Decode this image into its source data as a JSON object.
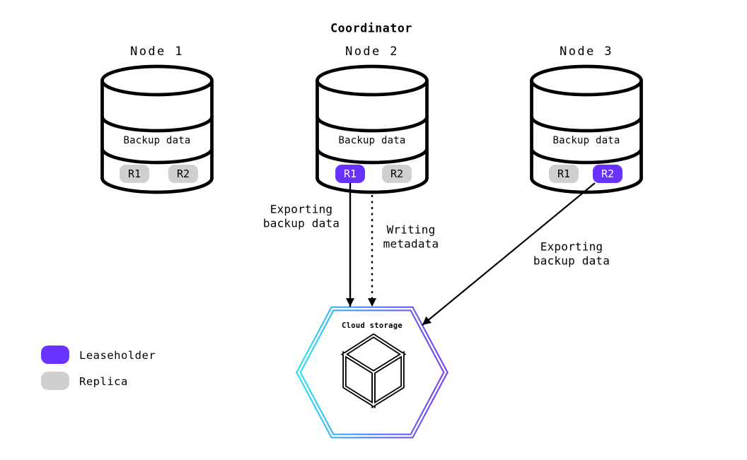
{
  "title": {
    "label": "Coordinator"
  },
  "nodes": [
    {
      "label": "Node 1",
      "data_label": "Backup data",
      "replicas": [
        {
          "label": "R1",
          "role": "replica"
        },
        {
          "label": "R2",
          "role": "replica"
        }
      ]
    },
    {
      "label": "Node 2",
      "data_label": "Backup data",
      "replicas": [
        {
          "label": "R1",
          "role": "leaseholder"
        },
        {
          "label": "R2",
          "role": "replica"
        }
      ]
    },
    {
      "label": "Node 3",
      "data_label": "Backup data",
      "replicas": [
        {
          "label": "R1",
          "role": "replica"
        },
        {
          "label": "R2",
          "role": "leaseholder"
        }
      ]
    }
  ],
  "flows": [
    {
      "id": "export-node2",
      "label_lines": [
        "Exporting",
        "backup data"
      ],
      "style": "solid",
      "from": "Node 2 / R1",
      "to": "Cloud storage"
    },
    {
      "id": "writing-metadata",
      "label_lines": [
        "Writing",
        "metadata"
      ],
      "style": "dashed",
      "from": "Node 2",
      "to": "Cloud storage"
    },
    {
      "id": "export-node3",
      "label_lines": [
        "Exporting",
        "backup data"
      ],
      "style": "solid",
      "from": "Node 3 / R2",
      "to": "Cloud storage"
    }
  ],
  "cloud": {
    "label": "Cloud storage",
    "icon": "cube-icon"
  },
  "legend": {
    "items": [
      {
        "label": "Leaseholder",
        "color": "#6933ff"
      },
      {
        "label": "Replica",
        "color": "#cfcfcf"
      }
    ]
  },
  "colors": {
    "leaseholder": "#6933ff",
    "replica": "#cfcfcf",
    "stroke": "#000000",
    "hexagon_gradient": [
      "#25e2f7",
      "#4f7ff3",
      "#7d3bf0"
    ]
  }
}
